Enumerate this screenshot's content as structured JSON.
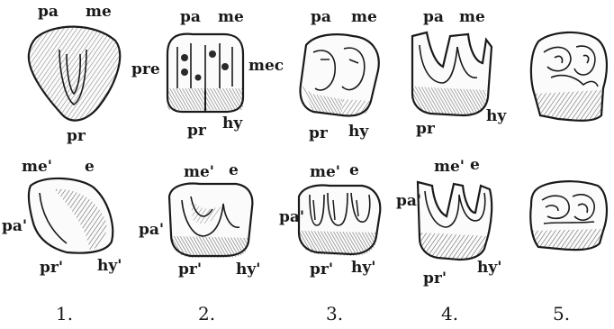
{
  "upper_labels": {
    "t1": {
      "pa": "pa",
      "me": "me",
      "pr": "pr"
    },
    "t2": {
      "pa": "pa",
      "me": "me",
      "pre": "pre",
      "mec": "mec",
      "pr": "pr",
      "hy": "hy"
    },
    "t3": {
      "pa": "pa",
      "me": "me",
      "pr": "pr",
      "hy": "hy"
    },
    "t4": {
      "pa": "pa",
      "me": "me",
      "pr": "pr",
      "hy": "hy"
    }
  },
  "lower_labels": {
    "t1": {
      "me": "me'",
      "e": "e",
      "pa": "pa'",
      "pr": "pr'",
      "hy": "hy'"
    },
    "t2": {
      "me": "me'",
      "e": "e",
      "pa": "pa'",
      "pr": "pr'",
      "hy": "hy'"
    },
    "t3": {
      "me": "me'",
      "e": "e",
      "pa": "pa'",
      "pr": "pr'",
      "hy": "hy'"
    },
    "t4": {
      "me": "me'",
      "e": "e",
      "pa": "pa'",
      "pr": "pr'",
      "hy": "hy'"
    }
  },
  "numbers": [
    "1.",
    "2.",
    "3.",
    "4.",
    "5."
  ]
}
